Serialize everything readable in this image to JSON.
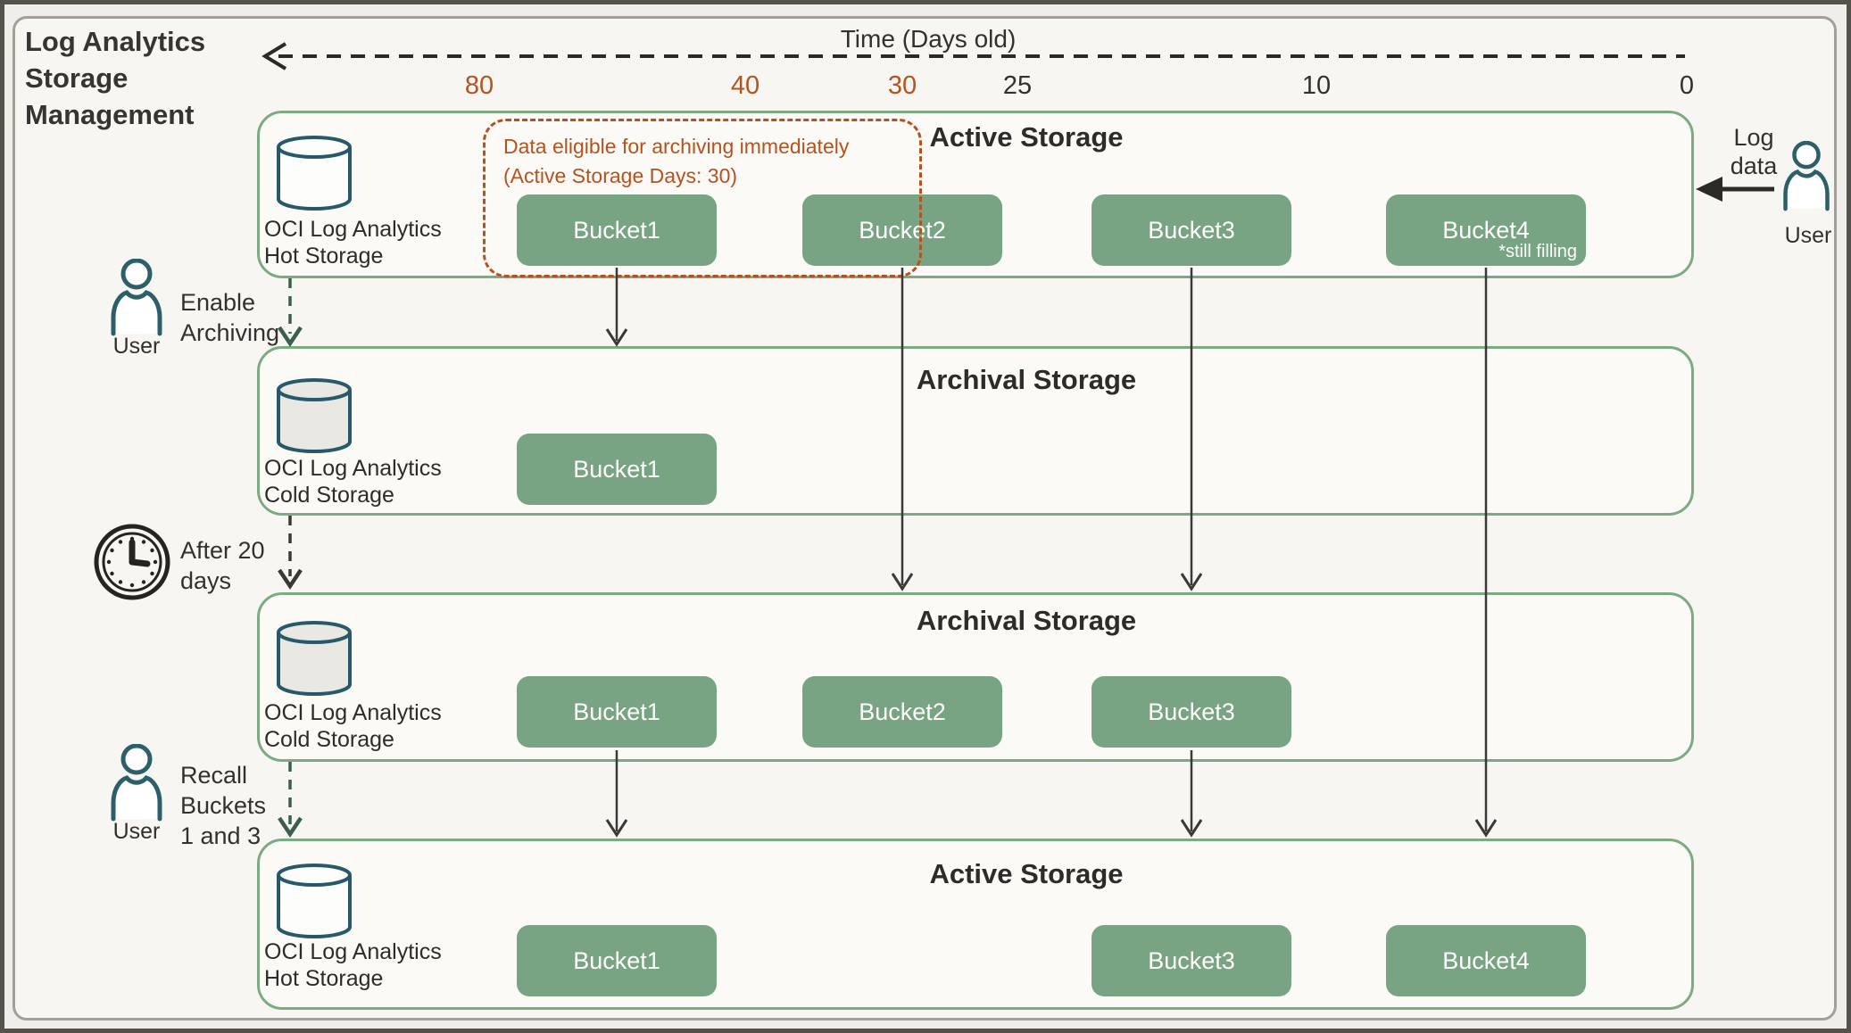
{
  "page": {
    "title": "Log Analytics Storage Management"
  },
  "timeline": {
    "label": "Time (Days old)",
    "ticks": [
      {
        "label": "80",
        "highlight": true
      },
      {
        "label": "40",
        "highlight": true
      },
      {
        "label": "30",
        "highlight": true
      },
      {
        "label": "25",
        "highlight": false
      },
      {
        "label": "10",
        "highlight": false
      },
      {
        "label": "0",
        "highlight": false
      }
    ]
  },
  "archive_note": {
    "line1": "Data eligible for archiving immediately",
    "line2": "(Active Storage Days: 30)"
  },
  "tiers": [
    {
      "title": "Active Storage",
      "storage_line1": "OCI Log Analytics",
      "storage_line2": "Hot Storage",
      "buckets": [
        {
          "label": "Bucket1"
        },
        {
          "label": "Bucket2"
        },
        {
          "label": "Bucket3"
        },
        {
          "label": "Bucket4",
          "note": "*still filling"
        }
      ]
    },
    {
      "title": "Archival Storage",
      "storage_line1": "OCI Log Analytics",
      "storage_line2": "Cold Storage",
      "buckets": [
        {
          "label": "Bucket1"
        }
      ]
    },
    {
      "title": "Archival Storage",
      "storage_line1": "OCI Log Analytics",
      "storage_line2": "Cold Storage",
      "buckets": [
        {
          "label": "Bucket1"
        },
        {
          "label": "Bucket2"
        },
        {
          "label": "Bucket3"
        }
      ]
    },
    {
      "title": "Active Storage",
      "storage_line1": "OCI Log Analytics",
      "storage_line2": "Hot Storage",
      "buckets": [
        {
          "label": "Bucket1"
        },
        {
          "label": "Bucket3"
        },
        {
          "label": "Bucket4"
        }
      ]
    }
  ],
  "actors": {
    "enable_archiving": {
      "user_label": "User",
      "text": "Enable Archiving"
    },
    "after_wait": {
      "text": "After 20 days"
    },
    "recall": {
      "user_label": "User",
      "text": "Recall Buckets 1 and 3"
    },
    "log_source": {
      "text": "Log data",
      "user_label": "User"
    }
  },
  "colors": {
    "bucket_green": "#79a483",
    "tier_border_green": "#7cab82",
    "annotation_orange": "#b5531f",
    "timeline_highlight_orange": "#b5531f",
    "cylinder_teal": "#27596a",
    "user_icon_teal": "#2d5f6b",
    "arrow_dark": "#3a3936",
    "arrow_green": "#3a5f4a",
    "frame_border_gray": "#a69f97"
  }
}
